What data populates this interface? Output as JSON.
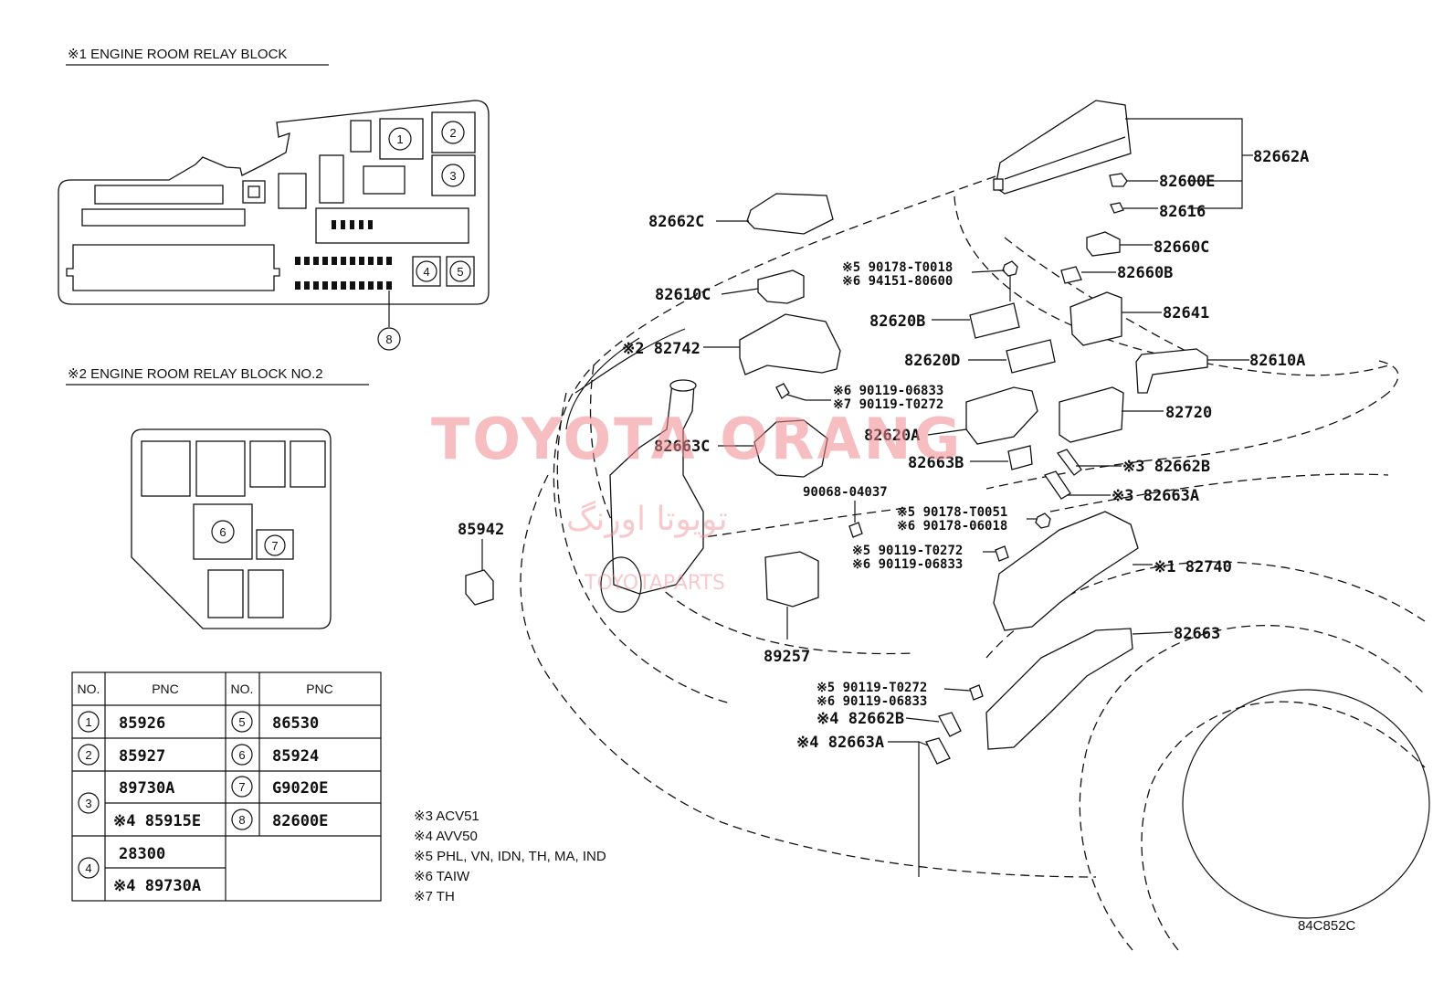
{
  "relay_block_1": {
    "title": "※1 ENGINE ROOM RELAY BLOCK",
    "slots": [
      "1",
      "2",
      "3",
      "4",
      "5",
      "8"
    ]
  },
  "relay_block_2": {
    "title": "※2 ENGINE ROOM RELAY BLOCK NO.2",
    "slots": [
      "6",
      "7"
    ]
  },
  "pnc_table": {
    "headers": {
      "no": "NO.",
      "pnc": "PNC"
    },
    "left": [
      {
        "no": "1",
        "rows": [
          "85926"
        ]
      },
      {
        "no": "2",
        "rows": [
          "85927"
        ]
      },
      {
        "no": "3",
        "rows": [
          "89730A",
          "※4 85915E"
        ]
      },
      {
        "no": "4",
        "rows": [
          "28300",
          "※4 89730A"
        ]
      }
    ],
    "right": [
      {
        "no": "5",
        "rows": [
          "86530"
        ]
      },
      {
        "no": "6",
        "rows": [
          "85924"
        ]
      },
      {
        "no": "7",
        "rows": [
          "G9020E"
        ]
      },
      {
        "no": "8",
        "rows": [
          "82600E"
        ]
      }
    ]
  },
  "notes": [
    "※3 ACV51",
    "※4 AVV50",
    "※5 PHL, VN, IDN,  TH, MA, IND",
    "※6 TAIW",
    "※7 TH"
  ],
  "part_labels": {
    "p82662A": "82662A",
    "p82600E": "82600E",
    "p82616": "82616",
    "p82660C": "82660C",
    "p82660B": "82660B",
    "p82641": "82641",
    "p82610A": "82610A",
    "p82720": "82720",
    "p82662B_3": "※3 82662B",
    "p82663A_3": "※3 82663A",
    "p82740": "※1 82740",
    "p82663": "82663",
    "p82662C": "82662C",
    "p82610C": "82610C",
    "p82742": "※2 82742",
    "p82663C": "82663C",
    "p82620B": "82620B",
    "p82620D": "82620D",
    "p82620A": "82620A",
    "p82663B": "82663B",
    "p90178T0018": "※5 90178-T0018",
    "p94151": "※6 94151-80600",
    "p90119_06833a": "※6 90119-06833",
    "p90119T0272a": "※7 90119-T0272",
    "p90068": "90068-04037",
    "p90178T0051": "※5 90178-T0051",
    "p90178_06018": "※6 90178-06018",
    "p90119T0272b": "※5 90119-T0272",
    "p90119_06833b": "※6 90119-06833",
    "p85942": "85942",
    "p89257": "89257",
    "p90119T0272c": "※5 90119-T0272",
    "p90119_06833c": "※6 90119-06833",
    "p82662B_4": "※4 82662B",
    "p82663A_4": "※4 82663A"
  },
  "watermark": {
    "line1": "TOYOTA ORANG",
    "line2": "تويوتا اورنگ",
    "line3": "TOYOTAPARTS"
  },
  "figure_code": "84C852C"
}
